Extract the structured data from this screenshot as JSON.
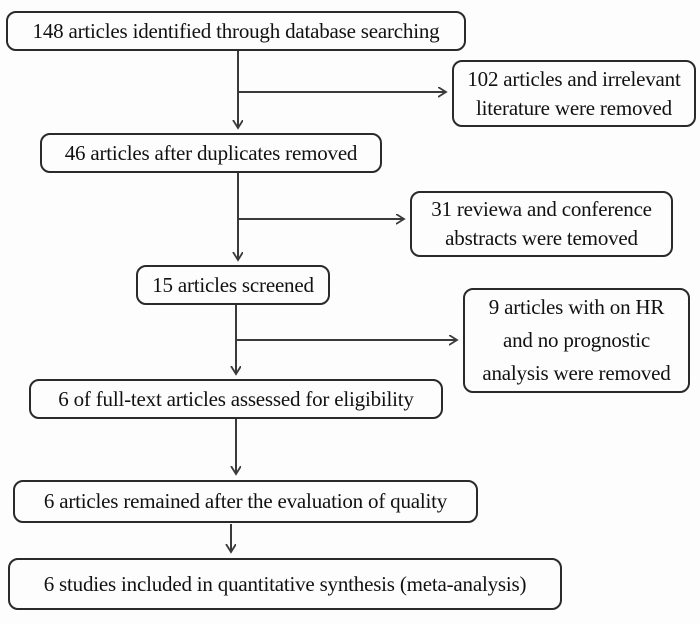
{
  "flowchart": {
    "kind": "study-selection-flow-diagram",
    "nodes": {
      "identified": {
        "label": "148 articles identified through database searching",
        "count": 148
      },
      "removed_irrelevant": {
        "lines": [
          "102 articles and irrelevant",
          "literature were removed"
        ],
        "count": 102
      },
      "after_duplicates": {
        "label": "46 articles after duplicates removed",
        "count": 46
      },
      "removed_reviews": {
        "lines": [
          "31 reviewa and conference",
          "abstracts were temoved"
        ],
        "count": 31
      },
      "screened": {
        "label": "15 articles screened",
        "count": 15
      },
      "removed_no_hr": {
        "lines": [
          "9 articles with on HR",
          "and no prognostic",
          "analysis were removed"
        ],
        "count": 9
      },
      "eligibility": {
        "label": "6 of full-text articles assessed for eligibility",
        "count": 6
      },
      "quality": {
        "label": "6 articles remained after the evaluation of quality",
        "count": 6
      },
      "included": {
        "label": "6 studies included in quantitative synthesis (meta-analysis)",
        "count": 6
      }
    },
    "edges": [
      {
        "from": "identified",
        "to": "removed_irrelevant",
        "type": "exclusion-branch"
      },
      {
        "from": "identified",
        "to": "after_duplicates",
        "type": "main-flow"
      },
      {
        "from": "after_duplicates",
        "to": "removed_reviews",
        "type": "exclusion-branch"
      },
      {
        "from": "after_duplicates",
        "to": "screened",
        "type": "main-flow"
      },
      {
        "from": "screened",
        "to": "removed_no_hr",
        "type": "exclusion-branch"
      },
      {
        "from": "screened",
        "to": "eligibility",
        "type": "main-flow"
      },
      {
        "from": "eligibility",
        "to": "quality",
        "type": "main-flow"
      },
      {
        "from": "quality",
        "to": "included",
        "type": "main-flow"
      }
    ],
    "colors": {
      "border": "#2a2a2a",
      "arrow": "#3a3a3a",
      "text": "#111111",
      "background": "#fdfdfd"
    }
  }
}
